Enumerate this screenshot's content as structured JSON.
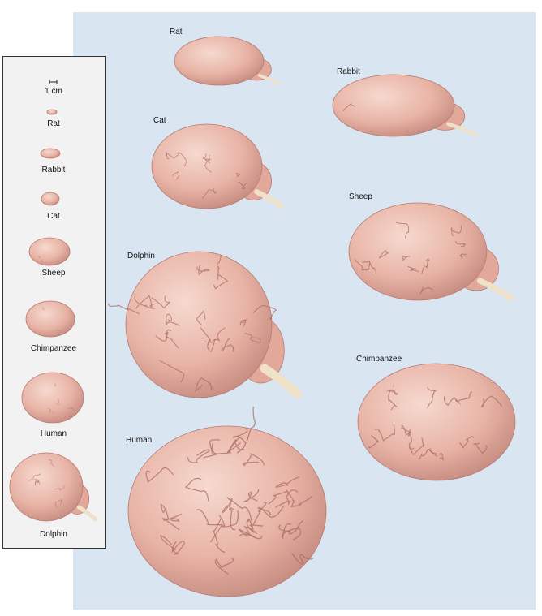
{
  "figure": {
    "main_labels": {
      "rat": "Rat",
      "rabbit": "Rabbit",
      "cat": "Cat",
      "sheep": "Sheep",
      "dolphin": "Dolphin",
      "chimpanzee": "Chimpanzee",
      "human": "Human"
    },
    "scale_panel": {
      "scale_bar_label": "1 cm",
      "labels": [
        "Rat",
        "Rabbit",
        "Cat",
        "Sheep",
        "Chimpanzee",
        "Human",
        "Dolphin"
      ]
    },
    "colors": {
      "background": "#d9e6f2",
      "panel": "#f2f2f2",
      "brain": "#e8b4a6",
      "brain_shadow": "#b87a70"
    }
  }
}
